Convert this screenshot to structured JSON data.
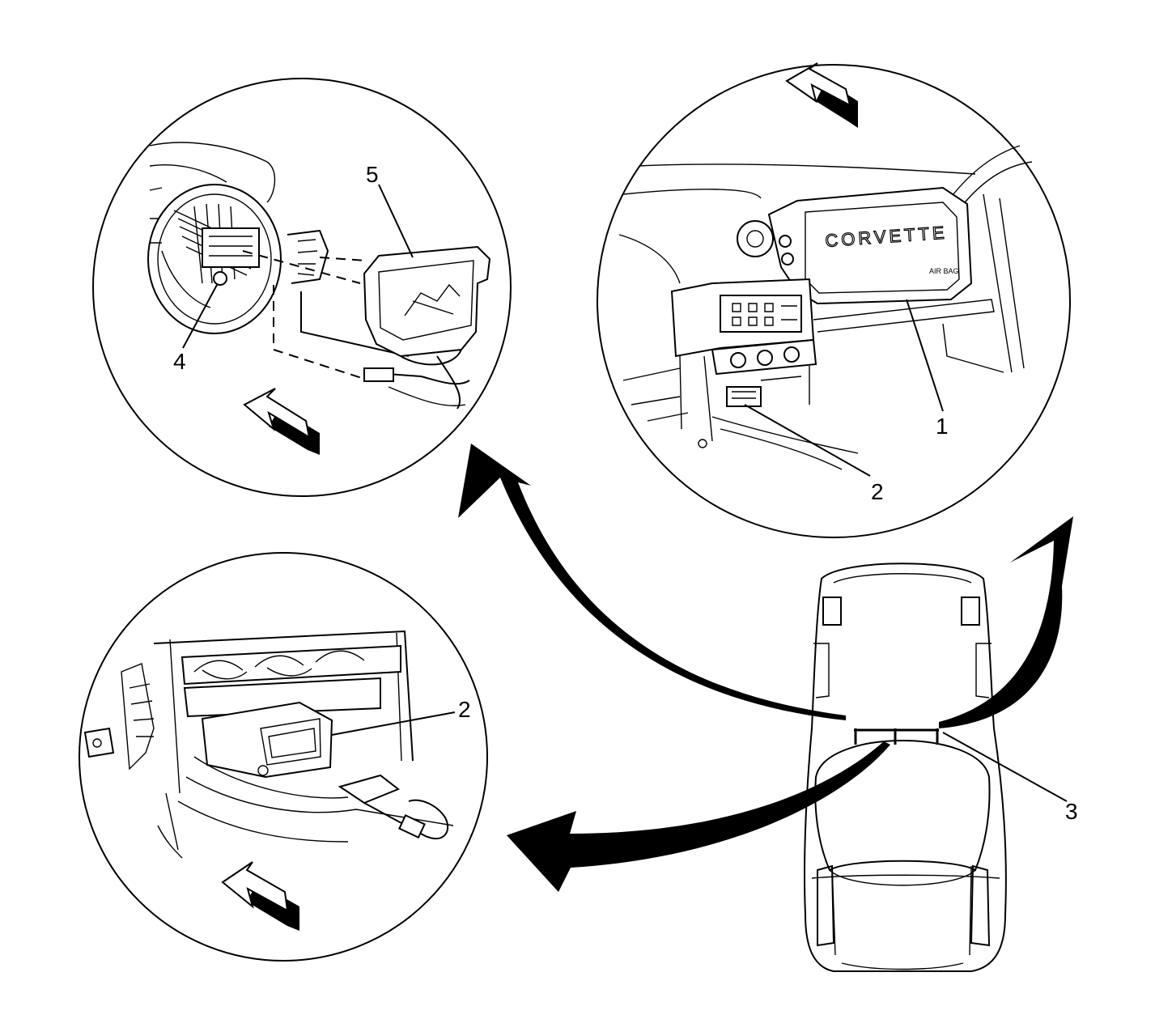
{
  "diagram": {
    "callouts": {
      "c1": "1",
      "c2_top": "2",
      "c2_bottom": "2",
      "c3": "3",
      "c4": "4",
      "c5": "5"
    },
    "embossed_text": {
      "corvette": "CORVETTE",
      "air_bag": "AIR BAG"
    }
  }
}
